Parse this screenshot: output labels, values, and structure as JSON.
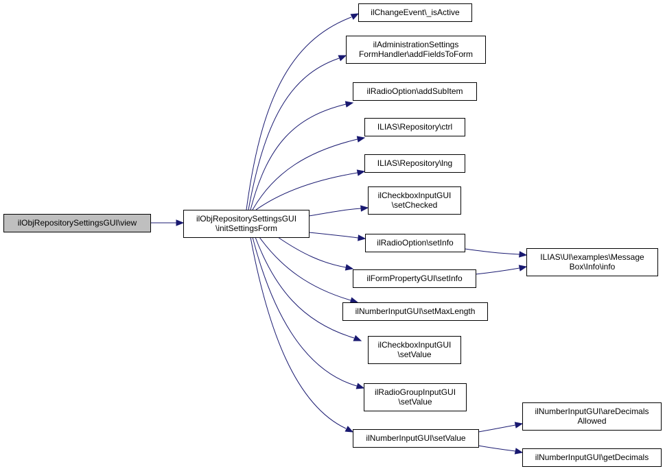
{
  "nodes": [
    {
      "id": "view",
      "lines": [
        "ilObjRepositorySettingsGUI\\view"
      ],
      "root": true
    },
    {
      "id": "init",
      "lines": [
        "ilObjRepositorySettingsGUI",
        "\\initSettingsForm"
      ]
    },
    {
      "id": "isActive",
      "lines": [
        "ilChangeEvent\\_isActive"
      ]
    },
    {
      "id": "addFields",
      "lines": [
        "ilAdministrationSettings",
        "FormHandler\\addFieldsToForm"
      ]
    },
    {
      "id": "addSub",
      "lines": [
        "ilRadioOption\\addSubItem"
      ]
    },
    {
      "id": "ctrl",
      "lines": [
        "ILIAS\\Repository\\ctrl"
      ]
    },
    {
      "id": "lng",
      "lines": [
        "ILIAS\\Repository\\lng"
      ]
    },
    {
      "id": "cbChecked",
      "lines": [
        "ilCheckboxInputGUI",
        "\\setChecked"
      ]
    },
    {
      "id": "roInfo",
      "lines": [
        "ilRadioOption\\setInfo"
      ]
    },
    {
      "id": "fpInfo",
      "lines": [
        "ilFormPropertyGUI\\setInfo"
      ]
    },
    {
      "id": "msgInfo",
      "lines": [
        "ILIAS\\UI\\examples\\Message",
        "Box\\Info\\info"
      ]
    },
    {
      "id": "maxLen",
      "lines": [
        "ilNumberInputGUI\\setMaxLength"
      ]
    },
    {
      "id": "cbValue",
      "lines": [
        "ilCheckboxInputGUI",
        "\\setValue"
      ]
    },
    {
      "id": "rgValue",
      "lines": [
        "ilRadioGroupInputGUI",
        "\\setValue"
      ]
    },
    {
      "id": "numValue",
      "lines": [
        "ilNumberInputGUI\\setValue"
      ]
    },
    {
      "id": "areDec",
      "lines": [
        "ilNumberInputGUI\\areDecimals",
        "Allowed"
      ]
    },
    {
      "id": "getDec",
      "lines": [
        "ilNumberInputGUI\\getDecimals"
      ]
    }
  ],
  "edges": [
    {
      "from": "view",
      "to": "init"
    },
    {
      "from": "init",
      "to": "isActive"
    },
    {
      "from": "init",
      "to": "addFields"
    },
    {
      "from": "init",
      "to": "addSub"
    },
    {
      "from": "init",
      "to": "ctrl"
    },
    {
      "from": "init",
      "to": "lng"
    },
    {
      "from": "init",
      "to": "cbChecked"
    },
    {
      "from": "init",
      "to": "roInfo"
    },
    {
      "from": "init",
      "to": "fpInfo"
    },
    {
      "from": "init",
      "to": "maxLen"
    },
    {
      "from": "init",
      "to": "cbValue"
    },
    {
      "from": "init",
      "to": "rgValue"
    },
    {
      "from": "init",
      "to": "numValue"
    },
    {
      "from": "roInfo",
      "to": "msgInfo"
    },
    {
      "from": "fpInfo",
      "to": "msgInfo"
    },
    {
      "from": "numValue",
      "to": "areDec"
    },
    {
      "from": "numValue",
      "to": "getDec"
    }
  ]
}
